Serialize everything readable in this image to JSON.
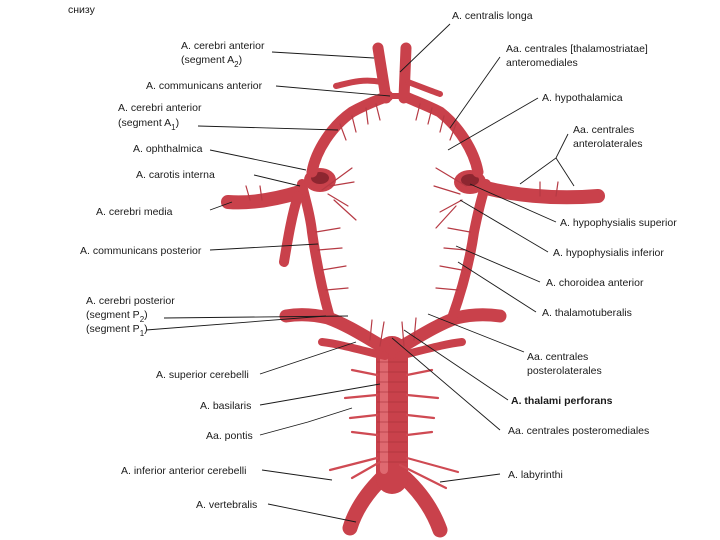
{
  "caption": {
    "corner": "снизу"
  },
  "colors": {
    "artery": "#c9414b",
    "highlight": "#f08b8f",
    "label": "#1a1a1a",
    "background": "#ffffff"
  },
  "labels_left": {
    "cerebri_anterior_a2": [
      "A. cerebri anterior",
      "(segment A",
      "2",
      ")"
    ],
    "communicans_anterior": "A. communicans anterior",
    "cerebri_anterior_a1": [
      "A. cerebri anterior",
      "(segment A",
      "1",
      ")"
    ],
    "ophthalmica": "A. ophthalmica",
    "carotis_interna": "A. carotis interna",
    "cerebri_media": "A. cerebri media",
    "communicans_posterior": "A. communicans posterior",
    "cerebri_posterior": [
      "A. cerebri posterior",
      "(segment P",
      "2",
      ")",
      "(segment P",
      "1",
      ")"
    ],
    "superior_cerebelli": "A. superior cerebelli",
    "basilaris": "A. basilaris",
    "pontis": "Aa. pontis",
    "inferior_anterior_cerebelli": "A. inferior anterior cerebelli",
    "vertebralis": "A. vertebralis"
  },
  "labels_right": {
    "centralis_longa": "A. centralis longa",
    "centrales_thalamostriatae": [
      "Aa. centrales [thalamostriatae]",
      "anteromediales"
    ],
    "hypothalamica": "A. hypothalamica",
    "centrales_anterolaterales": [
      "Aa. centrales",
      "anterolaterales"
    ],
    "hypophysialis_superior": "A. hypophysialis superior",
    "hypophysialis_inferior": "A. hypophysialis inferior",
    "choroidea_anterior": "A. choroidea anterior",
    "thalamotuberalis": "A. thalamotuberalis",
    "centrales_posterolaterales": [
      "Aa. centrales",
      "posterolaterales"
    ],
    "thalami_perforans": "A. thalami perforans",
    "centrales_posteromediales": "Aa. centrales posteromediales",
    "labyrinthi": "A. labyrinthi"
  }
}
